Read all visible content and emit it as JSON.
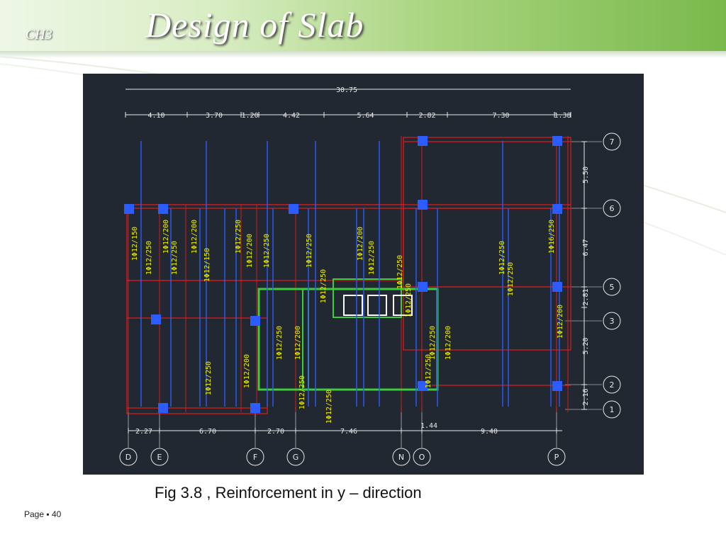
{
  "header": {
    "chapter": "CH3",
    "title": "Design of  Slab"
  },
  "caption": "Fig 3.8 , Reinforcement in y – direction",
  "footer": {
    "page": "Page ▪ 40"
  },
  "drawing": {
    "overall_dim": "30.75",
    "top_dims": [
      "4.10",
      "3.70",
      "1.20",
      "4.42",
      "5.64",
      "2.82",
      "7.30",
      "1.38"
    ],
    "bottom_dims": [
      "2.27",
      "6.70",
      "2.70",
      "7.46",
      "1.44",
      "9.40"
    ],
    "right_dims": [
      "5.50",
      "6.47",
      "2.81",
      "5.20",
      "2.16"
    ],
    "column_grid": [
      "D",
      "E",
      "F",
      "G",
      "N",
      "O",
      "P"
    ],
    "row_grid": [
      "7",
      "6",
      "5",
      "3",
      "2",
      "1"
    ],
    "rebar_labels": [
      "1Φ12/150",
      "1Φ12/250",
      "1Φ12/200",
      "1Φ12/250",
      "1Φ12/200",
      "1Φ12/150",
      "1Φ12/250",
      "1Φ12/200",
      "1Φ12/250",
      "1Φ12/250",
      "1Φ12/200",
      "1Φ12/250",
      "1Φ12/250",
      "1Φ12/200",
      "1Φ12/250",
      "1Φ12/250",
      "1Φ12/250",
      "1Φ12/250",
      "1Φ12/250",
      "1Φ12/200",
      "1Φ12/250",
      "1Φ12/250",
      "1Φ16/250",
      "1Φ12/200",
      "1Φ12/250",
      "1Φ12/250",
      "1Φ12/200",
      "1Φ12/250"
    ],
    "colors": {
      "background": "#222831",
      "slab_edge": "#e01b1b",
      "rebar": "#2a5cff",
      "label": "#f0f000",
      "dimension": "#e8e8e8",
      "core": "#3ccc3c"
    }
  }
}
